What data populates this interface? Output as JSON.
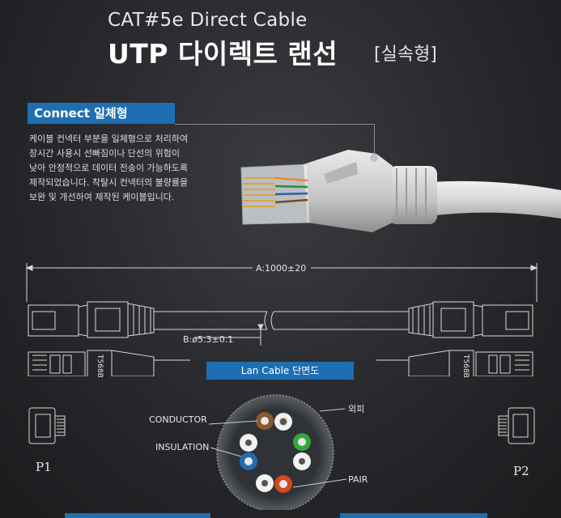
{
  "title": {
    "line1": "CAT#5e Direct Cable",
    "line2": "UTP 다이렉트 랜선",
    "tag": "[실속형]"
  },
  "connect": {
    "heading": "Connect 일체형",
    "lines": [
      "케이블 컨넥터 부분을 일체형으로 처리하여",
      "장시간 사용시 선빠짐이나 단선의 위험이",
      "낮아 안정적으로 데이터 전송이 가능하도록",
      "제작되었습니다. 착탈시 컨넥터의 불량률을",
      "보완 및 개선하여 제작된 케이블입니다."
    ]
  },
  "drawing": {
    "length_label": "A:1000±20",
    "diameter_label": "B:ø5.3±0.1",
    "left_standard": "T568B",
    "right_standard": "T568B",
    "left_port": "P1",
    "right_port": "P2"
  },
  "cross_section": {
    "heading": "Lan Cable 단면도",
    "conductor": "CONDUCTOR",
    "insulation": "INSULATION",
    "jacket": "외피",
    "pair": "PAIR"
  },
  "colors": {
    "accent": "#1e6fb2",
    "background": "#26282b",
    "pair_brown": "#8a5a2e",
    "pair_green": "#2eaa3c",
    "pair_blue": "#1f6fb0",
    "pair_orange": "#d2481e"
  }
}
